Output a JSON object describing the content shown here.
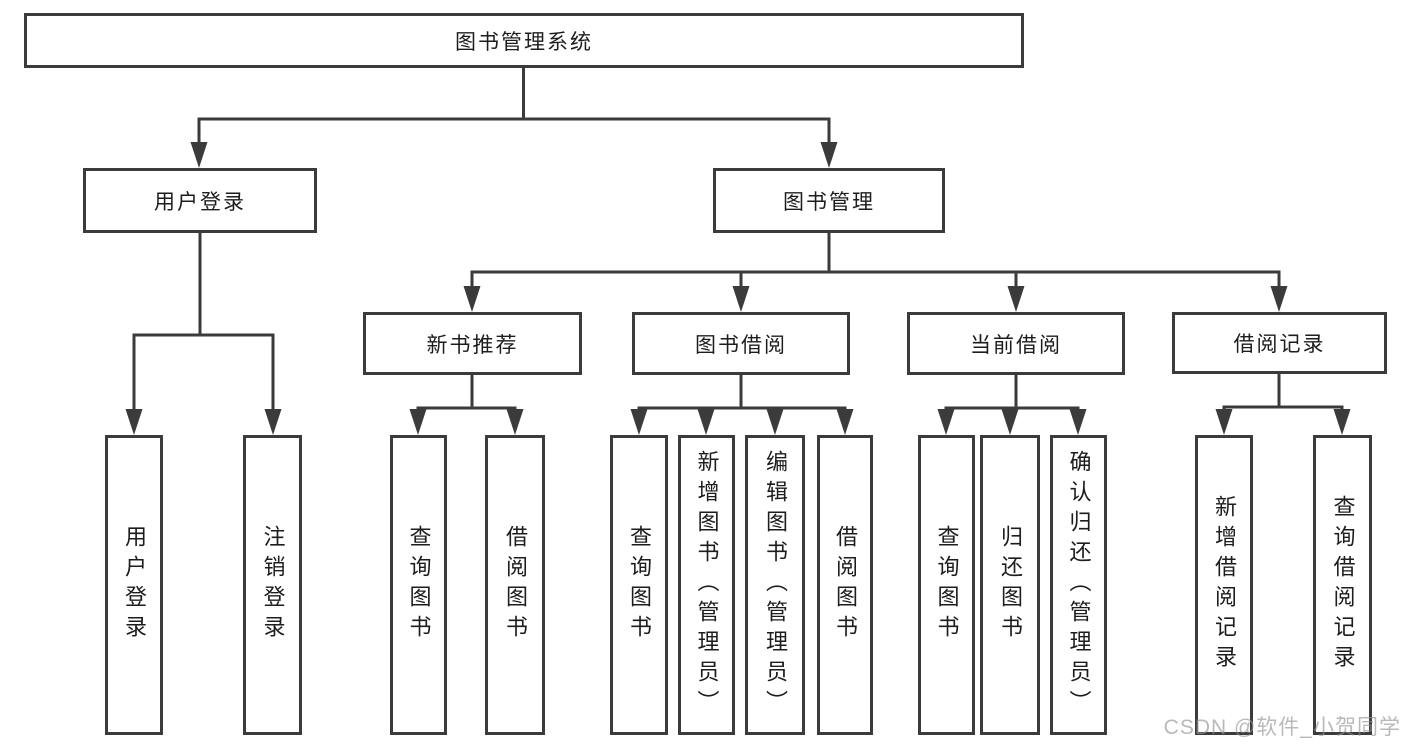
{
  "diagram": {
    "title": "图书管理系统",
    "nodes": {
      "root": {
        "label": "图书管理系统"
      },
      "userLogin": {
        "label": "用户登录"
      },
      "bookMgmt": {
        "label": "图书管理"
      },
      "newBookRec": {
        "label": "新书推荐"
      },
      "bookBorrow": {
        "label": "图书借阅"
      },
      "curBorrow": {
        "label": "当前借阅"
      },
      "borrowRec": {
        "label": "借阅记录"
      },
      "leafUserLogin": {
        "label": "用户登录"
      },
      "leafLogout": {
        "label": "注销登录"
      },
      "leafQueryBookA": {
        "label": "查询图书"
      },
      "leafBorrowBookA": {
        "label": "借阅图书"
      },
      "leafQueryBookB": {
        "label": "查询图书"
      },
      "leafAddBook": {
        "label": "新增图书（管理员）"
      },
      "leafEditBook": {
        "label": "编辑图书（管理员）"
      },
      "leafBorrowBookB": {
        "label": "借阅图书"
      },
      "leafQueryBookC": {
        "label": "查询图书"
      },
      "leafReturnBook": {
        "label": "归还图书"
      },
      "leafConfirmReturn": {
        "label": "确认归还（管理员）"
      },
      "leafAddRecord": {
        "label": "新增借阅记录"
      },
      "leafQueryRecord": {
        "label": "查询借阅记录"
      }
    },
    "structure": {
      "图书管理系统": [
        "用户登录",
        "图书管理"
      ],
      "用户登录": [
        "用户登录",
        "注销登录"
      ],
      "图书管理": [
        "新书推荐",
        "图书借阅",
        "当前借阅",
        "借阅记录"
      ],
      "新书推荐": [
        "查询图书",
        "借阅图书"
      ],
      "图书借阅": [
        "查询图书",
        "新增图书（管理员）",
        "编辑图书（管理员）",
        "借阅图书"
      ],
      "当前借阅": [
        "查询图书",
        "归还图书",
        "确认归还（管理员）"
      ],
      "借阅记录": [
        "新增借阅记录",
        "查询借阅记录"
      ]
    }
  },
  "colors": {
    "line": "#3b3b3b",
    "text": "#1d1d1d",
    "background": "#ffffff",
    "watermark": "#949494"
  },
  "watermark": {
    "text": "CSDN @软件_小贺同学"
  }
}
